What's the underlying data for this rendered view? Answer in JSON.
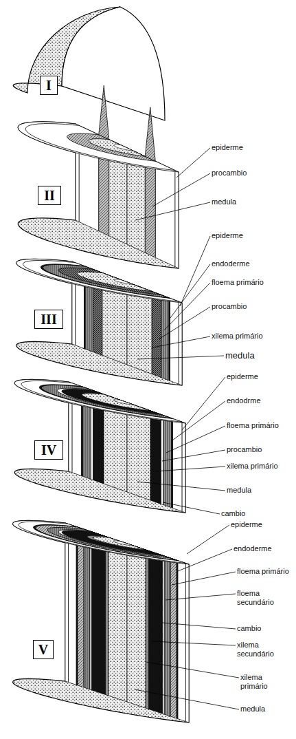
{
  "diagram": {
    "labels": [
      "I",
      "epiderme",
      "procambio",
      "medula",
      "II",
      "epiderme",
      "endoderme",
      "floema primário",
      "procambio",
      "xilema primário",
      "medula",
      "III",
      "epiderme",
      "endodrme",
      "floema primário",
      "procambio",
      "xilema primário",
      "medula",
      "IV",
      "cambio",
      "epiderme",
      "endoderme",
      "floema primário",
      "floema secundário",
      "cambio",
      "xilema secundário",
      "xilema primário",
      "medula",
      "V"
    ]
  }
}
